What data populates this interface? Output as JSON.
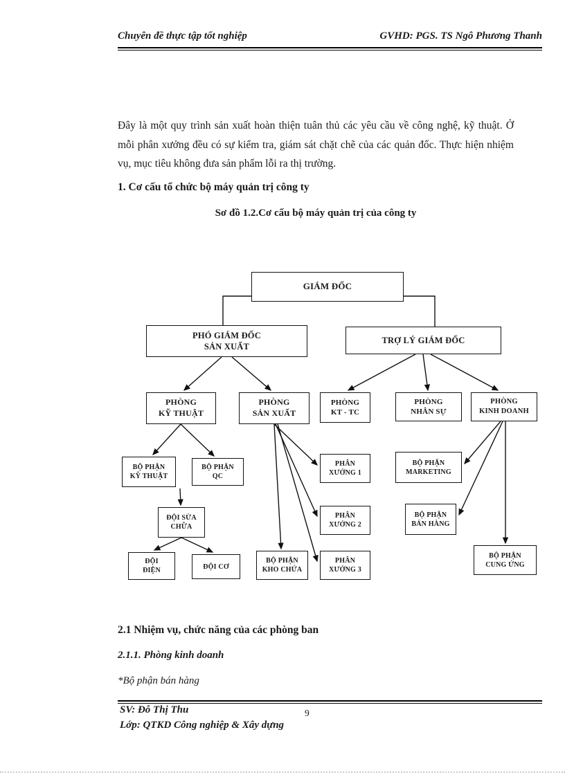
{
  "page": {
    "header": {
      "left": "Chuyên đề thực tập tốt nghiệp",
      "right": "GVHD: PGS. TS Ngô Phương Thanh"
    },
    "body": {
      "paragraph1": "Đây là một quy trình sản xuất hoàn thiện tuân thủ các yêu cầu về công nghệ, kỹ thuật. Ở mỗi phân xưởng đều có sự kiểm tra, giám sát chặt chẽ của các quản đốc. Thực hiện nhiệm vụ, mục tiêu không đưa sản phẩm lỗi ra thị trường.",
      "heading1": "1. Cơ cấu tổ chức bộ máy quản trị công ty",
      "diagram_caption": "Sơ đồ 1.2.Cơ cấu bộ máy quản trị của công ty",
      "heading2": "2.1 Nhiệm vụ, chức năng của các phòng ban",
      "heading3": "2.1.1. Phòng kinh doanh",
      "subheading": "*Bộ phận bán hàng"
    },
    "footer": {
      "line1": "SV: Đỗ Thị Thu",
      "line2": "Lớp: QTKD Công nghiệp & Xây dựng",
      "page_number": "9"
    }
  },
  "org_chart": {
    "nodes": {
      "giam_doc": "GIÁM ĐỐC",
      "pho_gd": "PHÓ GIÁM ĐỐC\nSẢN XUẤT",
      "tro_ly": "TRỢ LÝ GIÁM ĐỐC",
      "p_ky_thuat": "PHÒNG\nKỸ THUẬT",
      "p_san_xuat": "PHÒNG\nSẢN XUẤT",
      "p_kt_tc": "PHÒNG\nKT - TC",
      "p_nhan_su": "PHÒNG\nNHÂN SỰ",
      "p_kinh_doanh": "PHÒNG\nKINH DOANH",
      "bp_ky_thuat": "BỘ PHẬN\nKỸ THUẬT",
      "bp_qc": "BỘ PHẬN\nQC",
      "px1": "PHÂN\nXƯỞNG 1",
      "bp_marketing": "BỘ PHẬN\nMARKETING",
      "doi_sua_chua": "ĐỘI SỬA\nCHỮA",
      "px2": "PHÂN\nXƯỞNG 2",
      "bp_ban_hang": "BỘ PHẬN\nBÁN HÀNG",
      "doi_dien": "ĐỘI\nĐIỆN",
      "doi_co": "ĐỘI CƠ",
      "bp_kho_chua": "BỘ PHẬN\nKHO CHỨA",
      "px3": "PHÂN\nXƯỞNG 3",
      "bp_cung_ung": "BỘ PHẬN\nCUNG ỨNG"
    },
    "line_color": "#111111"
  }
}
